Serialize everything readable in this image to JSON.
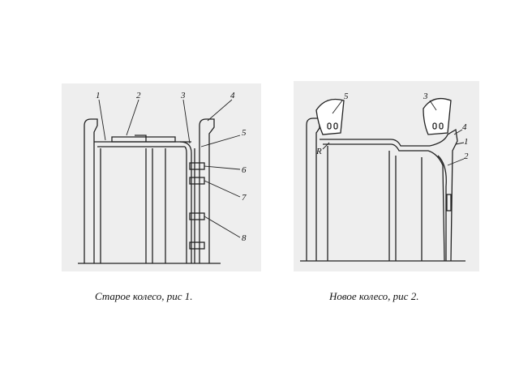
{
  "figures": [
    {
      "id": "old",
      "caption": "Старое колесо, рис 1.",
      "callouts": [
        "1",
        "2",
        "3",
        "4",
        "5",
        "6",
        "7",
        "8"
      ]
    },
    {
      "id": "new",
      "caption": "Новое колесо, рис 2.",
      "callouts": [
        "5",
        "3",
        "4",
        "1",
        "2"
      ],
      "radius_label": "R"
    }
  ],
  "colors": {
    "paper": "#ffffff",
    "panel_bg": "#eeeeee",
    "ink": "#222222"
  }
}
